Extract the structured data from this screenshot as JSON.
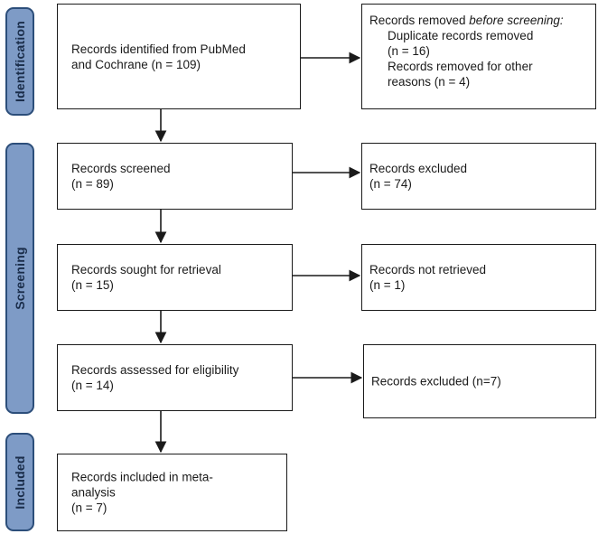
{
  "phases": {
    "identification": "Identification",
    "screening": "Screening",
    "included": "Included"
  },
  "boxes": {
    "identified": {
      "line1": "Records identified from PubMed",
      "line2": "and Cochrane (n = 109)"
    },
    "removed": {
      "line1_plain": "Records removed ",
      "line1_italic": "before screening:",
      "sub1_line1": "Duplicate records removed",
      "sub1_line2": "(n = 16)",
      "sub2_line1": "Records removed for other",
      "sub2_line2": "reasons (n = 4)"
    },
    "screened": {
      "line1": "Records screened",
      "line2": "(n = 89)"
    },
    "excluded1": {
      "line1": "Records excluded",
      "line2": "(n = 74)"
    },
    "sought": {
      "line1": "Records sought for retrieval",
      "line2": "(n = 15)"
    },
    "not_retrieved": {
      "line1": "Records not retrieved",
      "line2": "(n = 1)"
    },
    "assessed": {
      "line1": "Records assessed for eligibility",
      "line2": "(n = 14)"
    },
    "excluded2": {
      "line1": "Records excluded (n=7)"
    },
    "included": {
      "line1": "Records included in meta-",
      "line2": "analysis",
      "line3": "(n = 7)"
    }
  },
  "colors": {
    "phase_fill": "#7e9bc6",
    "phase_border": "#2c4e7a",
    "line": "#1a1a1a"
  }
}
